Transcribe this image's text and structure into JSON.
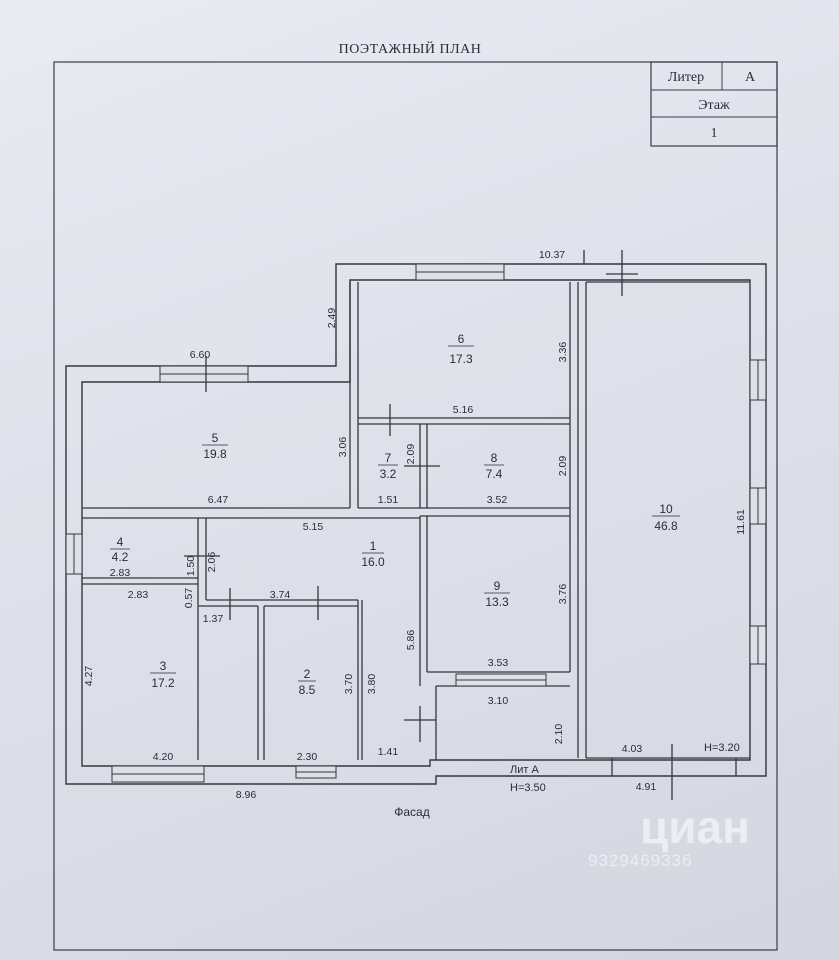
{
  "sheet": {
    "title": "ПОЭТАЖНЫЙ ПЛАН",
    "facade_label": "Фасад"
  },
  "stamp": {
    "liter_label": "Литер",
    "liter_value": "А",
    "floor_label": "Этаж",
    "floor_value": "1"
  },
  "rooms": [
    {
      "number": "1",
      "area": "16.0"
    },
    {
      "number": "2",
      "area": "8.5"
    },
    {
      "number": "3",
      "area": "17.2"
    },
    {
      "number": "4",
      "area": "4.2"
    },
    {
      "number": "5",
      "area": "19.8"
    },
    {
      "number": "6",
      "area": "17.3"
    },
    {
      "number": "7",
      "area": "3.2"
    },
    {
      "number": "8",
      "area": "7.4"
    },
    {
      "number": "9",
      "area": "13.3"
    },
    {
      "number": "10",
      "area": "46.8"
    }
  ],
  "dimensions": {
    "top_total": "10.37",
    "left_wing_top": "6.60",
    "step_height": "2.49",
    "room6_height": "3.36",
    "room6_width": "5.16",
    "room5_height": "3.06",
    "room5_width": "6.47",
    "room7_height": "2.09",
    "room7_width": "1.51",
    "room8_height": "2.09",
    "room8_width": "3.52",
    "room1_width": "5.15",
    "room4_height_a": "1.50",
    "room4_height_b": "2.06",
    "room4_width": "2.83",
    "room3_top_width": "2.83",
    "gap_height": "0.57",
    "gap_width": "1.37",
    "room2_top_width": "3.74",
    "room1_height": "5.86",
    "room9_height": "3.76",
    "room9_width": "3.53",
    "room3_height": "4.27",
    "room2_height_a": "3.70",
    "room2_height_b": "3.80",
    "porch_width": "3.10",
    "porch_height": "2.10",
    "porch_bottom": "1.41",
    "room3_width": "4.20",
    "room2_width": "2.30",
    "room10_height": "11.61",
    "room10_width": "4.03",
    "right_bottom_total": "4.91",
    "bottom_total": "8.96"
  },
  "lit": {
    "label": "Лит А",
    "height_a": "Н=3.50",
    "height_b": "Н=3.20"
  },
  "watermark": {
    "brand": "циан",
    "id": "9329469336"
  }
}
